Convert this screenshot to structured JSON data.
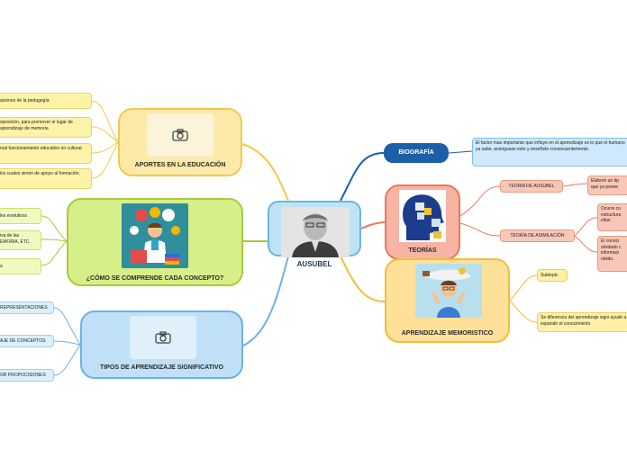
{
  "center": {
    "label": "AUSUBEL"
  },
  "left": {
    "aportes": {
      "title": "APORTES EN LA EDUCACIÓN",
      "items": [
        "aciones de la pedagogía",
        "xposición, para promover el lugar de aprendizaje de memoria",
        "mal funcionamiento educativo ón cultural",
        "los cuales sirven de apoyo al formación."
      ]
    },
    "comprende": {
      "title": "¿CÓMO SE COMPRENDE CADA CONCEPTO?",
      "items": [
        "les evolutivos",
        "iva de las EMORIA, ETC.",
        "a"
      ]
    },
    "tipos": {
      "title": "TIPOS DE APRENDIZAJE SIGNIFICATIVO",
      "items": [
        "REPRESENTACIONES",
        "AJE DE CONCEPTOS",
        "OR PROPOCISIONES"
      ]
    }
  },
  "right": {
    "biografia": {
      "title": "BIOGRAFÍA",
      "text": "El factor mas importante que influye en el aprendizaje es lo que el humano ya sabe, averiguase esto y enséñele consecuentemente."
    },
    "teorias": {
      "title": "TEORÍAS",
      "sub1": {
        "label": "TEORÍA DE AUSUBEL",
        "text": "Elaboro un tip que ya posee"
      },
      "sub2": {
        "label": "TEORÍA DE ASIMILACIÓN",
        "texts": [
          "Ocurre cu estructura ellas.",
          "El conoci olvidado c informaci olvido."
        ]
      }
    },
    "memoristico": {
      "title": "APRENDIZAJE MEMORISTICO",
      "items": [
        "Subtopic",
        "Se diferencia del aprendizaje signi ayude a expandir el conocimiento"
      ]
    }
  },
  "colors": {
    "center": "#bfe3f5",
    "yellow": "#f2c94c",
    "green": "#a6cc3a",
    "blue": "#6cb2e6",
    "navy": "#1b5fa8",
    "red": "#e7795f",
    "orange": "#f1bd3f"
  }
}
